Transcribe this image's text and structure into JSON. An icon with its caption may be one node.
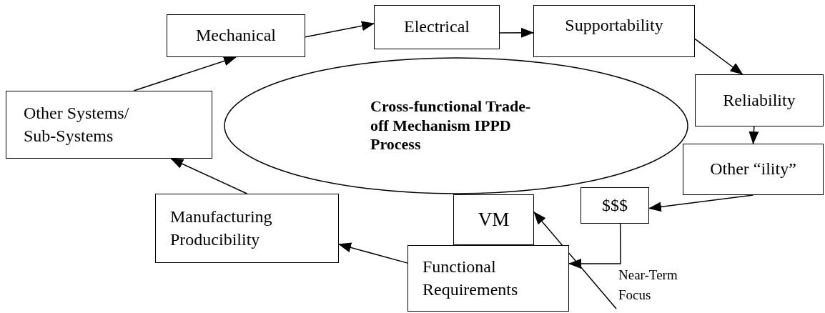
{
  "diagram": {
    "nodes": [
      {
        "text": [
          "Mechanical"
        ]
      },
      {
        "text": [
          "Electrical"
        ]
      },
      {
        "text": [
          "Supportability"
        ]
      },
      {
        "text": [
          "Other Systems/ Sub-Systems"
        ]
      },
      {
        "text": [
          "Cross-functional Trade-off Mechanism IPPD Process"
        ]
      },
      {
        "text": [
          "Reliability"
        ]
      },
      {
        "text": [
          "Other “ility”"
        ]
      },
      {
        "text": [
          "Manufacturing Producibility"
        ]
      },
      {
        "text": [
          "VM"
        ]
      },
      {
        "text": [
          "$$$"
        ]
      },
      {
        "text": [
          "Functional Requirements"
        ]
      },
      {
        "text": [
          "Near-Term Focus"
        ]
      }
    ],
    "edges": [
      {
        "from": 3,
        "to": 0,
        "arrow": "to"
      },
      {
        "from": 0,
        "to": 1,
        "arrow": "to"
      },
      {
        "from": 1,
        "to": 2,
        "arrow": "to"
      },
      {
        "from": 2,
        "to": 5,
        "arrow": "to"
      },
      {
        "from": 5,
        "to": 6,
        "arrow": "to"
      },
      {
        "from": 6,
        "to": 9,
        "arrow": "to"
      },
      {
        "from": 9,
        "to": 10,
        "arrow": "to"
      },
      {
        "from": 10,
        "to": 7,
        "arrow": "to"
      },
      {
        "from": 7,
        "to": 3,
        "arrow": "to"
      },
      {
        "from": 11,
        "to": 8,
        "arrow": "to"
      }
    ]
  }
}
